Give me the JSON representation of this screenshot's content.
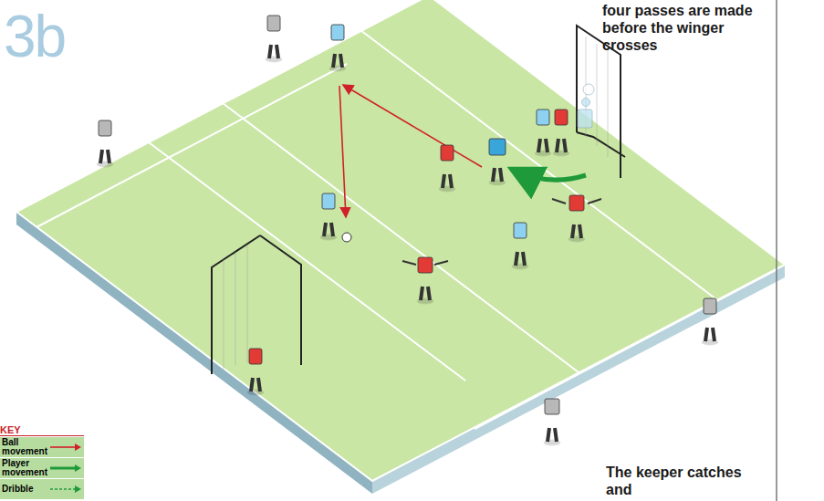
{
  "diagram": {
    "labels": [
      "3b",
      "four passes are made before the winger crosses",
      "The keeper catches and",
      "KEY"
    ],
    "legend": [
      {
        "text": "Ball movement"
      },
      {
        "text": "Player movement"
      },
      {
        "text": "Dribble"
      }
    ]
  }
}
